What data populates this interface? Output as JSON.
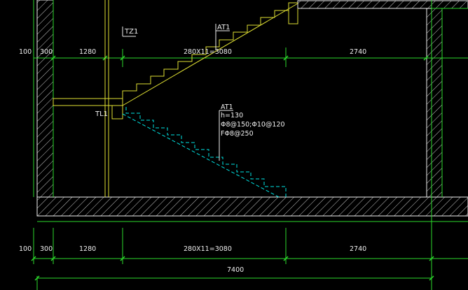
{
  "colors": {
    "background": "#000000",
    "green": "#2bd92b",
    "yellow": "#dede32",
    "cyan": "#00e5e5",
    "white": "#f0f0f0",
    "hatch": "#c8c8c8"
  },
  "dims_top": {
    "d100": "100",
    "d300": "300",
    "d1280": "1280",
    "d3080": "280X11=3080",
    "d2740": "2740"
  },
  "dims_bottom": {
    "d100": "100",
    "d300": "300",
    "d1280": "1280",
    "d3080": "280X11=3080",
    "d2740": "2740",
    "total": "7400"
  },
  "labels": {
    "tz1": "TZ1",
    "at1_top": "AT1",
    "tl1": "TL1"
  },
  "annotation": {
    "name": "AT1",
    "h": "h=130",
    "rebar_main": "Φ8@150;Φ10@120",
    "rebar_dist": "FΦ8@250"
  }
}
